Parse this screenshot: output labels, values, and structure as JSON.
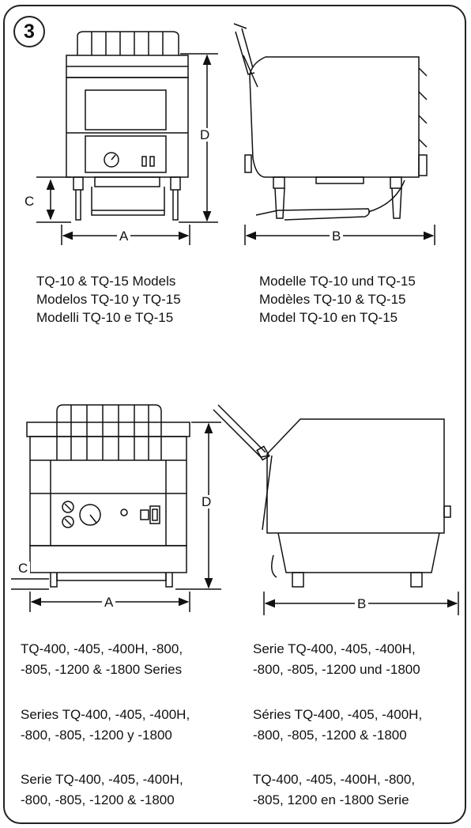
{
  "figure_number": "3",
  "small_models": {
    "dims": {
      "a": "A",
      "b": "B",
      "c": "C",
      "d": "D"
    },
    "captions": {
      "en": "TQ-10 & TQ-15 Models",
      "es": "Modelos TQ-10 y TQ-15",
      "it": "Modelli TQ-10 e TQ-15",
      "de": "Modelle TQ-10 und TQ-15",
      "fr": "Modèles TQ-10 & TQ-15",
      "nl": "Model TQ-10 en TQ-15"
    }
  },
  "large_models": {
    "dims": {
      "a": "A",
      "b": "B",
      "c": "C",
      "d": "D"
    },
    "captions": {
      "en_1": "TQ-400, -405, -400H, -800,",
      "en_2": "-805, -1200 & -1800 Series",
      "de_1": "Serie TQ-400, -405, -400H,",
      "de_2": "-800, -805, -1200 und -1800",
      "es_1": "Series TQ-400, -405, -400H,",
      "es_2": "-800, -805, -1200 y -1800",
      "fr_1": "Séries TQ-400, -405, -400H,",
      "fr_2": "-800, -805, -1200 & -1800",
      "it_1": "Serie TQ-400, -405, -400H,",
      "it_2": "-800, -805, -1200 & -1800",
      "nl_1": "TQ-400, -405, -400H, -800,",
      "nl_2": "-805, 1200 en -1800 Serie"
    }
  }
}
